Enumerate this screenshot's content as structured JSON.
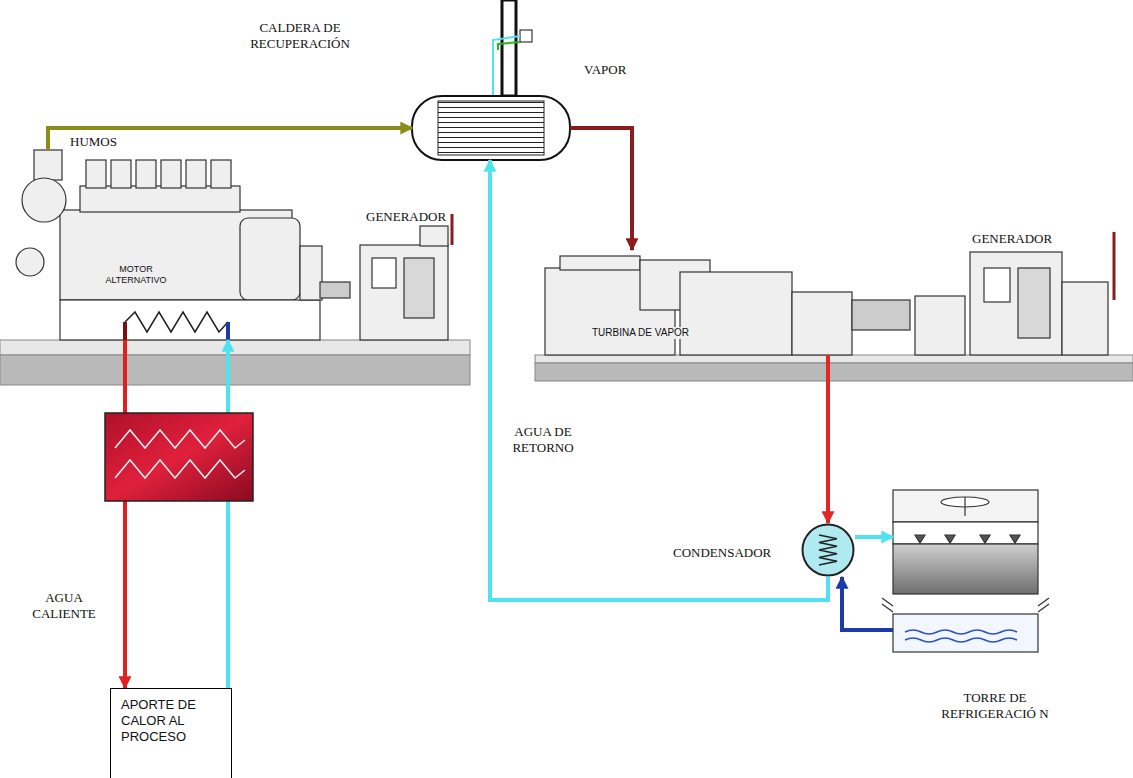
{
  "diagram": {
    "nodes": [
      {
        "text": [
          "CALDERA DE RECUPERACIÓN"
        ]
      },
      {
        "text": [
          "MOTOR ALTERNATIVO"
        ]
      },
      {
        "text": [
          "GENERADOR"
        ]
      },
      {
        "text": [
          "TURBINA DE VAPOR"
        ]
      },
      {
        "text": [
          "GENERADOR"
        ]
      },
      {
        "text": [
          "CONDENSADOR"
        ]
      },
      {
        "text": [
          "TORRE DE REFRIGERACIÓ N"
        ]
      },
      {
        "text": [
          "APORTE DE CALOR AL PROCESO"
        ]
      }
    ],
    "edges": [
      {
        "from": 1,
        "to": 0,
        "arrow": "to",
        "label": "HUMOS"
      },
      {
        "from": 0,
        "to": 3,
        "arrow": "to",
        "label": "VAPOR"
      },
      {
        "from": 3,
        "to": 5,
        "arrow": "to"
      },
      {
        "from": 5,
        "to": 0,
        "arrow": "to",
        "label": "AGUA DE RETORNO"
      },
      {
        "from": 5,
        "to": 6,
        "arrow": "to"
      },
      {
        "from": 6,
        "to": 5,
        "arrow": "to"
      },
      {
        "from": 1,
        "to": 7,
        "arrow": "to",
        "label": "AGUA CALIENTE"
      },
      {
        "from": 7,
        "to": 1,
        "arrow": "to"
      }
    ]
  }
}
